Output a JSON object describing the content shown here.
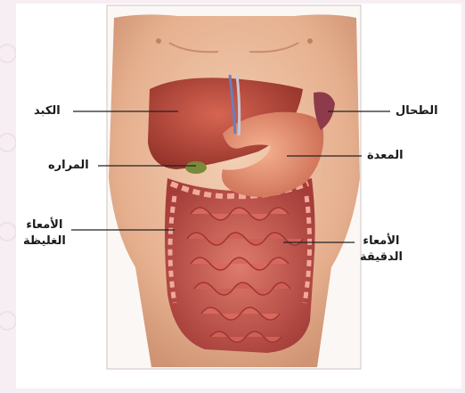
{
  "labels": {
    "liver": "الكبد",
    "gallbladder": "المراره",
    "large_intestine": [
      "الأمعاء",
      "الغليظة"
    ],
    "spleen": "الطحال",
    "stomach": "المعدة",
    "small_intestine": [
      "الأمعاء",
      "الدقيقة"
    ]
  },
  "colors": {
    "background": "#f7eef3",
    "skin": "#e9b99a",
    "liver": "#b8463a",
    "stomach": "#e48a6d",
    "intestine": "#c85a53",
    "leader_line": "#222222"
  }
}
